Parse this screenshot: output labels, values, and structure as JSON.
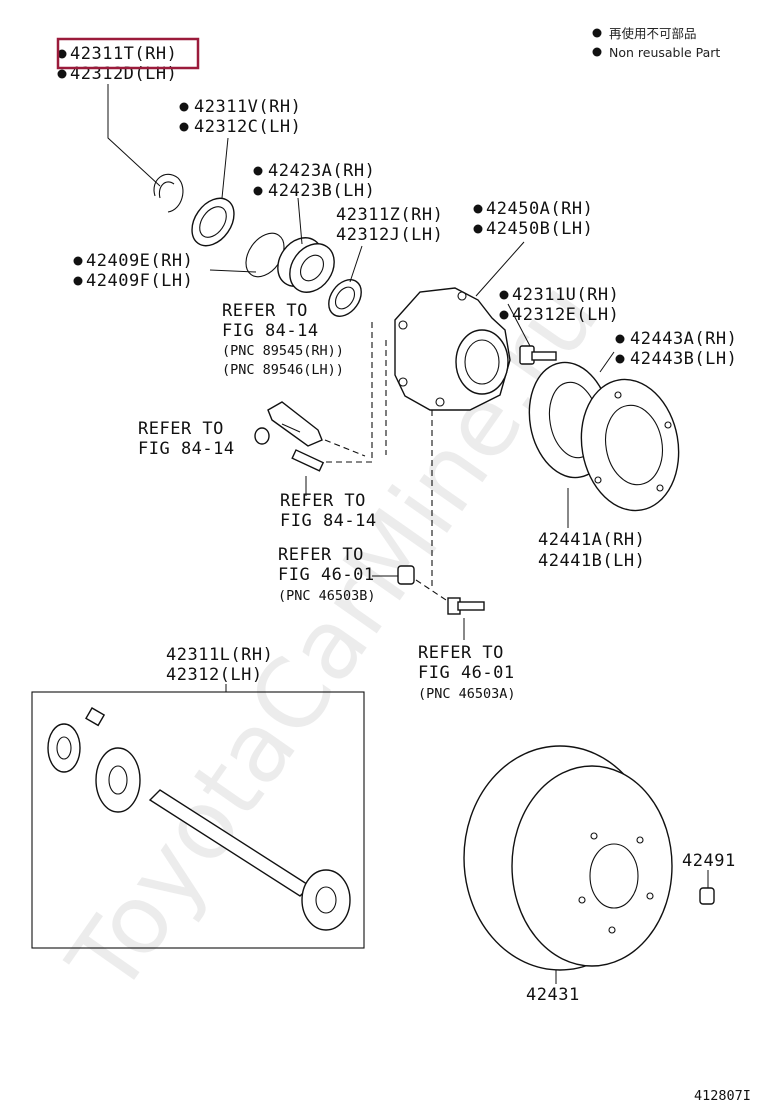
{
  "legend": {
    "line1": "再使用不可部品",
    "line2": "Non  reusable Part"
  },
  "watermark": "ToyotaCarMine.ru",
  "figure_code": "412807I",
  "callouts": {
    "c1a": "42311T(RH)",
    "c1b": "42312D(LH)",
    "c2a": "42311V(RH)",
    "c2b": "42312C(LH)",
    "c3a": "42423A(RH)",
    "c3b": "42423B(LH)",
    "c4a": "42311Z(RH)",
    "c4b": "42312J(LH)",
    "c5a": "42450A(RH)",
    "c5b": "42450B(LH)",
    "c6a": "42409E(RH)",
    "c6b": "42409F(LH)",
    "c7a": "42311U(RH)",
    "c7b": "42312E(LH)",
    "c8a": "42443A(RH)",
    "c8b": "42443B(LH)",
    "c9a": "42441A(RH)",
    "c9b": "42441B(LH)",
    "c10a": "42311L(RH)",
    "c10b": "42312(LH)",
    "c11": "42491",
    "c12": "42431"
  },
  "refs": {
    "r1a": "REFER TO",
    "r1b": "FIG 84-14",
    "r1c": "(PNC 89545(RH))",
    "r1d": "(PNC 89546(LH))",
    "r2a": "REFER TO",
    "r2b": "FIG 84-14",
    "r3a": "REFER TO",
    "r3b": "FIG 84-14",
    "r4a": "REFER TO",
    "r4b": "FIG 46-01",
    "r4c": "(PNC 46503B)",
    "r5a": "REFER TO",
    "r5b": "FIG 46-01",
    "r5c": "(PNC 46503A)"
  },
  "highlight_color": "#9b1b3b"
}
